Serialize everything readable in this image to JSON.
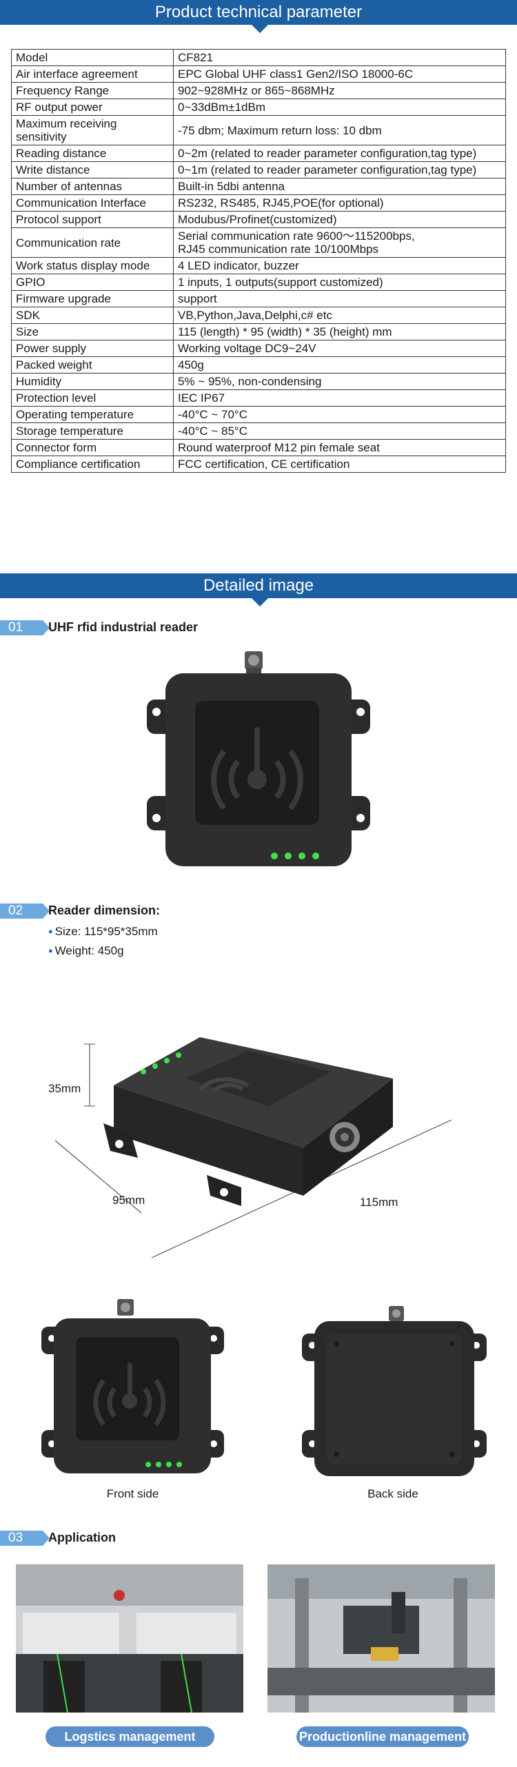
{
  "spec_section": {
    "title": "Product technical parameter",
    "rows": [
      {
        "k": "Model",
        "v": "CF821"
      },
      {
        "k": "Air interface agreement",
        "v": "EPC Global UHF class1 Gen2/ISO 18000-6C"
      },
      {
        "k": "Frequency Range",
        "v": "902~928MHz or 865~868MHz"
      },
      {
        "k": "RF output power",
        "v": "0~33dBm±1dBm"
      },
      {
        "k": "Maximum receiving sensitivity",
        "v": "-75 dbm; Maximum return loss: 10 dbm"
      },
      {
        "k": "Reading distance",
        "v": "0~2m (related to reader parameter configuration,tag type)"
      },
      {
        "k": "Write distance",
        "v": "0~1m (related to reader parameter configuration,tag type)"
      },
      {
        "k": "Number of antennas",
        "v": "Built-in 5dbi antenna"
      },
      {
        "k": "Communication Interface",
        "v": "RS232, RS485, RJ45,POE(for optional)"
      },
      {
        "k": "Protocol support",
        "v": "Modubus/Profinet(customized)"
      },
      {
        "k": "Communication rate",
        "v": "Serial communication rate 9600～115200bps,\nRJ45 communication rate 10/100Mbps"
      },
      {
        "k": "Work status display mode",
        "v": "4 LED indicator, buzzer"
      },
      {
        "k": "GPIO",
        "v": "1 inputs, 1 outputs(support customized)"
      },
      {
        "k": "Firmware upgrade",
        "v": "support"
      },
      {
        "k": "SDK",
        "v": "VB,Python,Java,Delphi,c# etc"
      },
      {
        "k": "Size",
        "v": "115 (length) * 95 (width) * 35 (height) mm"
      },
      {
        "k": "Power supply",
        "v": "Working voltage DC9~24V"
      },
      {
        "k": "Packed weight",
        "v": "450g"
      },
      {
        "k": "Humidity",
        "v": "5% ~ 95%, non-condensing"
      },
      {
        "k": "Protection level",
        "v": "IEC IP67"
      },
      {
        "k": "Operating temperature",
        "v": "-40°C ~ 70°C"
      },
      {
        "k": "Storage temperature",
        "v": "-40°C ~ 85°C"
      },
      {
        "k": "Connector form",
        "v": "Round waterproof M12 pin female seat"
      },
      {
        "k": "Compliance certification",
        "v": "FCC certification, CE certification"
      }
    ]
  },
  "detail_section": {
    "title": "Detailed image",
    "s1": {
      "num": "01",
      "title": "UHF rfid industrial reader"
    },
    "s2": {
      "num": "02",
      "title": "Reader dimension:",
      "bullets": [
        "Size: 115*95*35mm",
        "Weight: 450g"
      ],
      "dims": {
        "height": "35mm",
        "width": "95mm",
        "length": "115mm"
      }
    },
    "views": {
      "front": "Front side",
      "back": "Back side"
    },
    "s3": {
      "num": "03",
      "title": "Application",
      "apps": [
        "Logstics management",
        "Productionline management"
      ]
    }
  },
  "colors": {
    "brand": "#1d5fa3",
    "accent": "#6da9dd",
    "device": "#2e2e2e",
    "led": "#3fe04a"
  }
}
